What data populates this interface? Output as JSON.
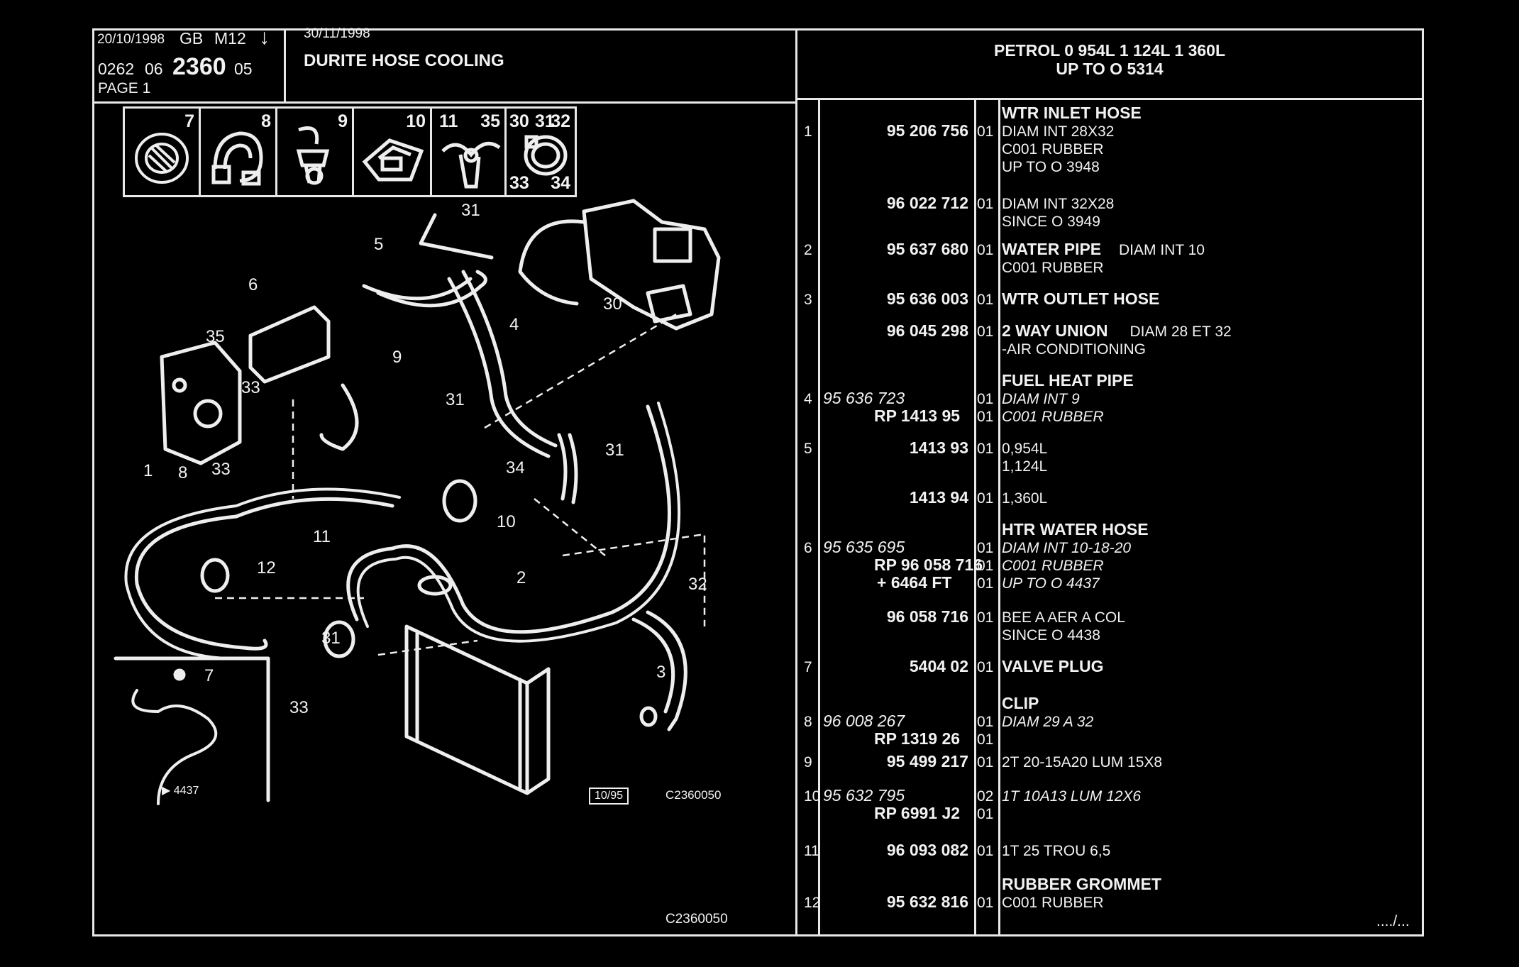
{
  "header": {
    "date1": "20/10/1998",
    "code1": "GB",
    "model": "M12",
    "date2": "30/11/1998",
    "ref_prefix": "0262",
    "ref_mid": "06",
    "ref_main": "2360",
    "ref_suffix": "05",
    "page": "PAGE 1",
    "title": "DURITE HOSE COOLING",
    "engine_line1": "PETROL 0 954L 1 124L 1 360L",
    "engine_line2": "UP TO O 5314"
  },
  "thumbnails": [
    {
      "label": "7",
      "icon": "hose-sleeve-icon"
    },
    {
      "label": "8",
      "icon": "clip-icon"
    },
    {
      "label": "9",
      "icon": "valve-plug-icon"
    },
    {
      "label": "10",
      "icon": "grommet-icon"
    },
    {
      "label": "11",
      "label2": "35",
      "icon": "union-icon"
    },
    {
      "label": "30",
      "label2": "31",
      "label3": "32",
      "label4": "33",
      "label5": "34",
      "icon": "hose-clamp-icon"
    }
  ],
  "diagram": {
    "callouts": [
      "31",
      "5",
      "6",
      "4",
      "30",
      "35",
      "9",
      "33",
      "31",
      "1",
      "8",
      "33",
      "34",
      "31",
      "11",
      "10",
      "12",
      "2",
      "32",
      "31",
      "3",
      "7",
      "33"
    ],
    "inset_label": "▶ 4437",
    "date_box": "10/95",
    "drawing_ref": "C2360050",
    "footer_ref": "C2360050"
  },
  "parts": [
    {
      "item": "1",
      "ref": "95 206 756",
      "qty": "01",
      "heading": "WTR INLET HOSE",
      "lines": [
        "DIAM INT 28X32",
        "C001 RUBBER",
        "UP TO O 3948"
      ]
    },
    {
      "item": "",
      "ref": "96 022 712",
      "qty": "01",
      "heading": "",
      "lines": [
        "DIAM INT 32X28",
        "SINCE O 3949"
      ]
    },
    {
      "item": "2",
      "ref": "95 637 680",
      "qty": "01",
      "heading": "WATER PIPE",
      "heading_suffix": "DIAM INT 10",
      "lines": [
        "C001 RUBBER"
      ]
    },
    {
      "item": "3",
      "ref": "95 636 003",
      "qty": "01",
      "heading": "WTR OUTLET HOSE",
      "lines": []
    },
    {
      "item": "",
      "ref": "96 045 298",
      "qty": "01",
      "heading": "2 WAY UNION",
      "heading_suffix": "DIAM 28 ET 32",
      "lines": [
        "-AIR CONDITIONING"
      ]
    },
    {
      "item": "4",
      "ref_left": "95 636 723",
      "ref": "RP  1413 95",
      "qty": "01",
      "qty2": "01",
      "heading": "FUEL HEAT PIPE",
      "lines": [
        "DIAM INT 9",
        "C001 RUBBER"
      ]
    },
    {
      "item": "5",
      "ref": "1413 93",
      "qty": "01",
      "heading": "",
      "lines": [
        "0,954L",
        "1,124L"
      ]
    },
    {
      "item": "",
      "ref": "1413 94",
      "qty": "01",
      "heading": "",
      "lines": [
        "1,360L"
      ]
    },
    {
      "item": "6",
      "ref_left": "95 635 695",
      "ref": "RP   96 058 716",
      "ref3": "+   6464 FT",
      "qty": "01",
      "qty2": "01",
      "qty3": "01",
      "heading": "HTR WATER HOSE",
      "lines": [
        "DIAM INT 10-18-20",
        "C001 RUBBER",
        "UP TO O 4437"
      ]
    },
    {
      "item": "",
      "ref": "96 058 716",
      "qty": "01",
      "heading": "",
      "lines": [
        "BEE A AER A COL",
        "SINCE O 4438"
      ]
    },
    {
      "item": "7",
      "ref": "5404 02",
      "qty": "01",
      "heading": "VALVE PLUG",
      "lines": []
    },
    {
      "item": "8",
      "ref_left": "96 008 267",
      "ref": "RP  1319 26",
      "qty": "01",
      "qty2": "01",
      "heading": "CLIP",
      "lines": [
        "DIAM 29 A 32"
      ]
    },
    {
      "item": "9",
      "ref": "95 499 217",
      "qty": "01",
      "heading": "",
      "lines": [
        "2T 20-15A20 LUM 15X8"
      ]
    },
    {
      "item": "10",
      "ref_left": "95 632 795",
      "ref": "RP  6991 J2",
      "qty": "02",
      "qty2": "01",
      "heading": "",
      "lines": [
        "1T 10A13 LUM 12X6"
      ]
    },
    {
      "item": "11",
      "ref": "96 093 082",
      "qty": "01",
      "heading": "",
      "lines": [
        "1T 25 TROU 6,5"
      ]
    },
    {
      "item": "12",
      "ref": "95 632 816",
      "qty": "01",
      "heading": "RUBBER GROMMET",
      "lines": [
        "C001 RUBBER"
      ]
    }
  ],
  "continuation": "..../..."
}
